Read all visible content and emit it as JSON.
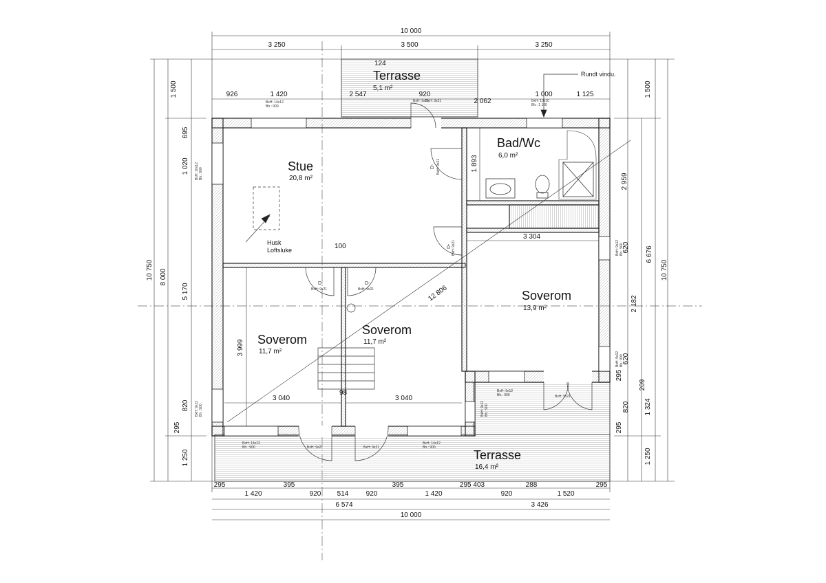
{
  "rooms": {
    "terrasse_top": {
      "name": "Terrasse",
      "area": "5,1 m²",
      "label": "124"
    },
    "stue": {
      "name": "Stue",
      "area": "20,8 m²"
    },
    "bad": {
      "name": "Bad/Wc",
      "area": "6,0 m²"
    },
    "soverom_left": {
      "name": "Soverom",
      "area": "11,7 m²"
    },
    "soverom_mid": {
      "name": "Soverom",
      "area": "11,7 m²"
    },
    "soverom_right": {
      "name": "Soverom",
      "area": "13,9 m²"
    },
    "terrasse_bottom": {
      "name": "Terrasse",
      "area": "16,4 m²"
    }
  },
  "notes": {
    "round_window": "Rundt vindu.",
    "attic_hatch_1": "Husk",
    "attic_hatch_2": "Loftsluke"
  },
  "dims_top": {
    "total": "10 000",
    "seg1": "3 250",
    "seg2": "3 500",
    "seg3": "3 250",
    "w1": "926",
    "w2": "1 420",
    "w3": "2 547",
    "w4": "920",
    "w5": "2 062",
    "w6": "1 000",
    "w7": "1 125"
  },
  "dims_bottom": {
    "b1": "295",
    "b2": "1 420",
    "b3": "395",
    "b4": "920",
    "b5": "514",
    "b6": "920",
    "b7": "395",
    "b8": "1 420",
    "b9": "295 403",
    "b10": "920",
    "b11": "288",
    "b12": "1 520",
    "b13": "295",
    "sub_left": "6 574",
    "sub_right": "3 426",
    "total": "10 000"
  },
  "dims_left": {
    "total": "10 750",
    "inner": "8 000",
    "l1": "1 500",
    "l2": "695",
    "l3": "1 020",
    "l4": "5 170",
    "l5": "820",
    "l6": "295",
    "l7": "1 250"
  },
  "dims_right": {
    "total": "10 750",
    "inner": "6 676",
    "r1": "1 500",
    "r2": "2 959",
    "r3": "620",
    "r4": "2 182",
    "r5": "620",
    "r6": "295",
    "r7": "209",
    "r8": "1 324",
    "r9": "820",
    "r10": "295",
    "r11": "1 250"
  },
  "dims_interior": {
    "bad_height": "1 893",
    "wall": "100",
    "diag": "12 806",
    "soverom_h": "3 999",
    "sov_w1": "3 040",
    "wall2": "98",
    "sov_w2": "3 040",
    "sov_right_w": "3 304"
  },
  "window_tags": {
    "t1a": "BxH:  14x12",
    "t1b": "Bh.:     900",
    "t2": "BxH:  9x21",
    "t3a": "BxH:  10x10",
    "t3b": "Bh.:   1 100",
    "t4a": "BxH:  10x12",
    "t4b": "Bh.:   900",
    "t5a": "BxH:  9x12",
    "t5b": "Bh.:   900",
    "t6a": "BxH:  14x12",
    "t6b": "Bh.:     900",
    "t7a": "BxH:  14x12",
    "t7b": "Bh.:     900",
    "t8a": "BxH:  9x12",
    "t8b": "Bh.:   900",
    "t9a": "BxH:  9x12",
    "t9b": "Bh.:   900",
    "t10a": "BxH:  9x12",
    "t10b": "Bh.:   900",
    "t11a": "BxH:  9x12",
    "t11b": "Bh.:   900"
  },
  "door_tags": {
    "d1a": "D-",
    "d1b": "BxH:  9x21",
    "d2a": "D-",
    "d2b": "BxH:  9x21",
    "d3a": "D-",
    "d3b": "BxH:  9x21",
    "d4a": "D-",
    "d4b": "BxH:  9x21",
    "d5": "BxH:  9x21",
    "d6": "BxH:  9x21",
    "d7": "BxH:  9x21",
    "d8": "BxH:  9x21"
  }
}
